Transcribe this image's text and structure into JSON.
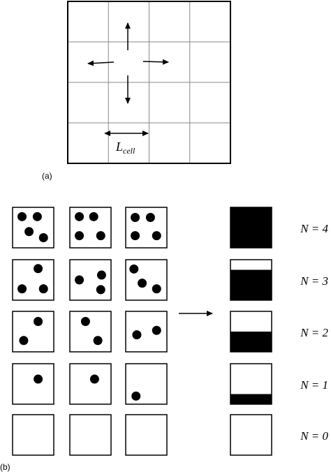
{
  "panel_a": {
    "label": "(a)",
    "grid_rows": 4,
    "grid_cols": 4,
    "arrows": [
      "up",
      "down",
      "left",
      "right"
    ],
    "cell_length_label": {
      "base": "L",
      "subscript": "cell"
    }
  },
  "panel_b": {
    "label": "(b)",
    "rows": [
      {
        "n": 4,
        "label": "N = 4",
        "fill_fraction": 1.0
      },
      {
        "n": 3,
        "label": "N = 3",
        "fill_fraction": 0.75
      },
      {
        "n": 2,
        "label": "N = 2",
        "fill_fraction": 0.5
      },
      {
        "n": 1,
        "label": "N = 1",
        "fill_fraction": 0.25
      },
      {
        "n": 0,
        "label": "N = 0",
        "fill_fraction": 0.0
      }
    ]
  },
  "colors": {
    "stroke": "#000000",
    "grid": "#8a8a8a",
    "fill": "#000000"
  }
}
